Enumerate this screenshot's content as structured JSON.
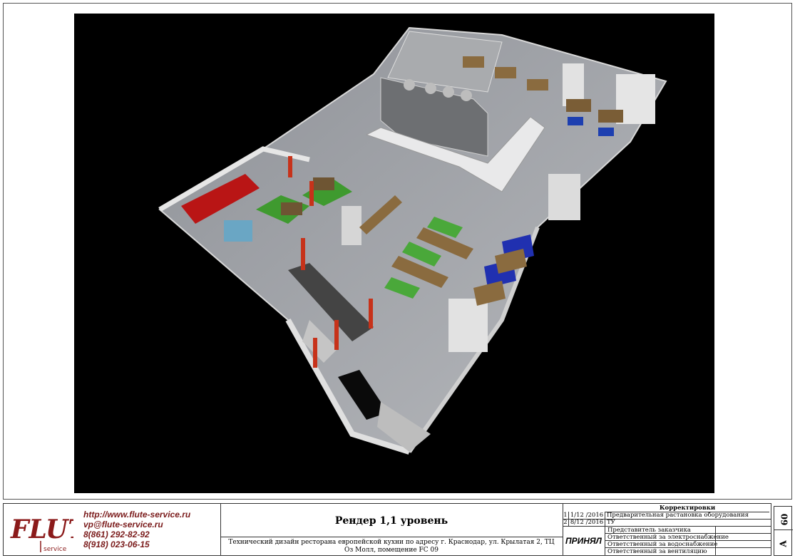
{
  "render": {
    "image_alt": "3D render of restaurant first level"
  },
  "contacts": {
    "website": "http://www.flute-service.ru",
    "email": "vp@flute-service.ru",
    "phone1": "8(861) 292-82-92",
    "phone2": "8(918) 023-06-15"
  },
  "logo": {
    "text": "FLUTE",
    "sub": "service"
  },
  "sheet": {
    "title": "Рендер 1,1 уровень",
    "description": "Технический дизайн ресторана европейской кухни по адресу г. Краснодар, ул. Крылатая 2, ТЦ Оз Молл, помещение FC 09",
    "number": "09",
    "format": "A"
  },
  "corrections": {
    "header": "Корректировки",
    "rows": [
      {
        "n": "1",
        "date": "1/12 /2016",
        "text": "Предварительная растановка оборудования"
      },
      {
        "n": "2",
        "date": "8/12 /2016",
        "text": "ТУ"
      }
    ]
  },
  "acceptance": {
    "label": "ПРИНЯЛ",
    "rows": [
      "Представитель заказчика",
      "Ответственный за электроснабжение",
      "Ответственный за водоснабжение",
      "Ответственный за вентиляцию"
    ]
  },
  "colors": {
    "brand": "#8b1a1a",
    "render_bg": "#000000"
  }
}
